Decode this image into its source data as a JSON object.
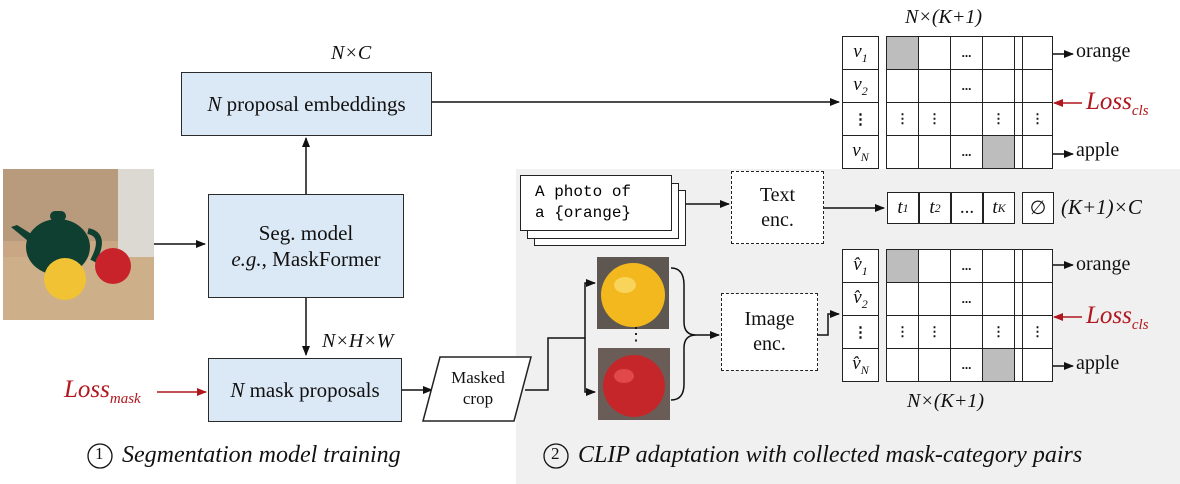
{
  "figure": {
    "blocks": {
      "proposal_embeddings": {
        "n": "N",
        "text": " proposal embeddings"
      },
      "seg_model": {
        "line1": "Seg. model",
        "eg": "e.g.",
        "line2": ", MaskFormer"
      },
      "mask_proposals": {
        "n": "N",
        "text": " mask proposals"
      },
      "masked_crop": {
        "line1": "Masked",
        "line2": "crop"
      },
      "text_enc": {
        "line1": "Text",
        "line2": "enc."
      },
      "image_enc": {
        "line1": "Image",
        "line2": "enc."
      },
      "prompt": {
        "line1": "A photo of",
        "line2": "a {orange}"
      }
    },
    "dims": {
      "nc": "N×C",
      "nhw": "N×H×W",
      "nk1_top": "N×(K+1)",
      "nk1_bottom": "N×(K+1)",
      "k1c": "(K+1)×C"
    },
    "losses": {
      "mask": {
        "base": "Loss",
        "sub": "mask"
      },
      "cls_top": {
        "base": "Loss",
        "sub": "cls"
      },
      "cls_bottom": {
        "base": "Loss",
        "sub": "cls"
      }
    },
    "matrix_top": {
      "rows": [
        {
          "v": "v",
          "sub": "1",
          "label": "orange"
        },
        {
          "v": "v",
          "sub": "2",
          "label": ""
        },
        {
          "v": "⋮",
          "sub": "",
          "label": ""
        },
        {
          "v": "v",
          "sub": "N",
          "label": "apple"
        }
      ]
    },
    "matrix_bottom": {
      "rows": [
        {
          "v": "v̂",
          "sub": "1",
          "label": "orange"
        },
        {
          "v": "v̂",
          "sub": "2",
          "label": ""
        },
        {
          "v": "⋮",
          "sub": "",
          "label": ""
        },
        {
          "v": "v̂",
          "sub": "N",
          "label": "apple"
        }
      ]
    },
    "text_embeddings": [
      {
        "t": "t",
        "sub": "1"
      },
      {
        "t": "t",
        "sub": "2"
      },
      {
        "t": "...",
        "sub": ""
      },
      {
        "t": "t",
        "sub": "K"
      },
      {
        "t": "∅",
        "sub": ""
      }
    ],
    "ellipsis": "...",
    "vdots": "⋮",
    "captions": {
      "left": {
        "num": "1",
        "text": "Segmentation model training"
      },
      "right": {
        "num": "2",
        "text": "CLIP adaptation with collected mask-category pairs"
      }
    },
    "colors": {
      "block_fill": "#dbe8f5",
      "loss_red": "#b0171e",
      "panel_gray": "#f0f0f0",
      "cell_shade": "#bdbdbd"
    }
  }
}
